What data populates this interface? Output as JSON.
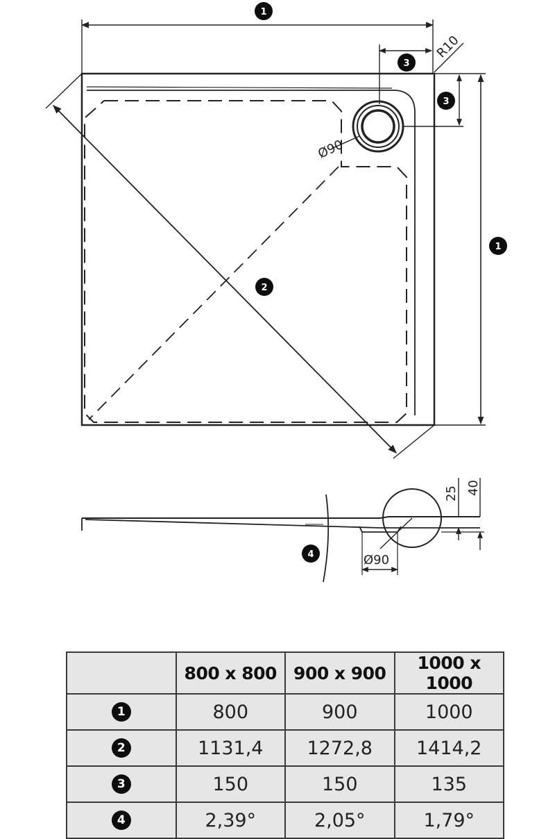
{
  "drawing": {
    "top_view": {
      "markers": [
        "1",
        "1",
        "2",
        "3",
        "3"
      ],
      "labels": {
        "radius": "R10",
        "drain": "Ø90"
      }
    },
    "side_view": {
      "markers": [
        "4"
      ],
      "labels": {
        "drain": "Ø90",
        "height_inner": "25",
        "height_outer": "40"
      }
    }
  },
  "table": {
    "corner": "",
    "columns": [
      "800 x 800",
      "900 x 900",
      "1000 x 1000"
    ],
    "rows": [
      {
        "marker": "1",
        "values": [
          "800",
          "900",
          "1000"
        ]
      },
      {
        "marker": "2",
        "values": [
          "1131,4",
          "1272,8",
          "1414,2"
        ]
      },
      {
        "marker": "3",
        "values": [
          "150",
          "150",
          "135"
        ]
      },
      {
        "marker": "4",
        "values": [
          "2,39°",
          "2,05°",
          "1,79°"
        ]
      }
    ]
  }
}
